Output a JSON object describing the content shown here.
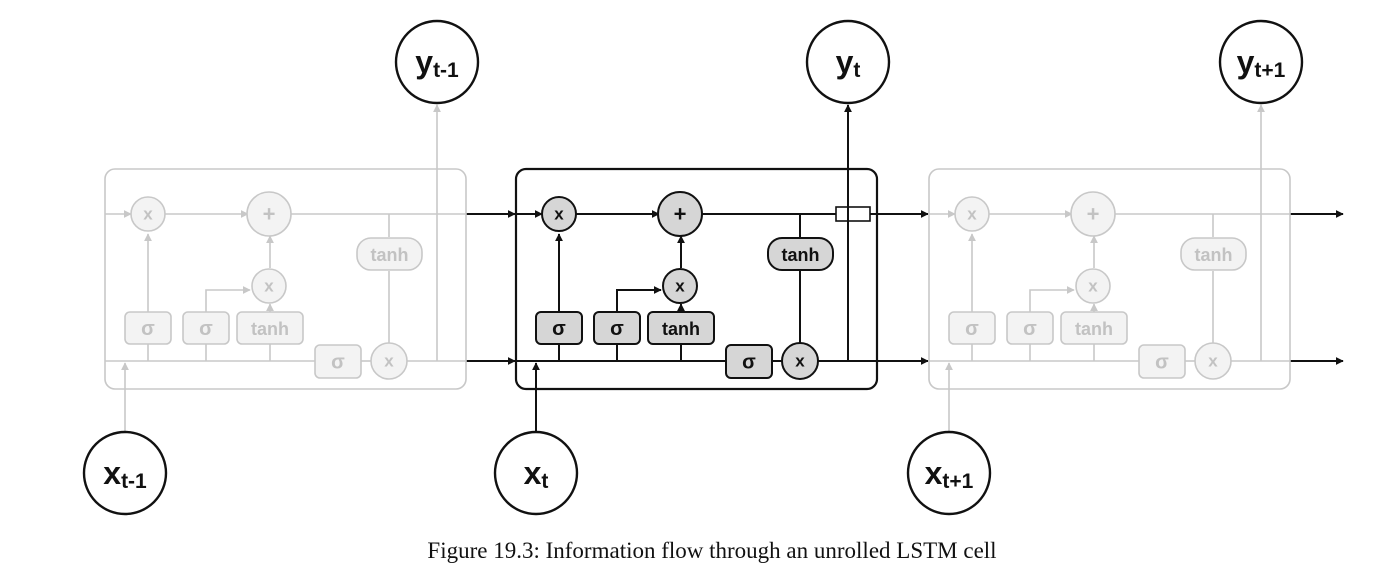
{
  "caption": "Figure 19.3: Information flow through an unrolled LSTM cell",
  "labels": {
    "mult": "x",
    "add": "+",
    "sigma": "σ",
    "tanh": "tanh"
  },
  "cells": [
    {
      "id": "prev",
      "faded": true,
      "input": {
        "base": "x",
        "sub": "t-1"
      },
      "output": {
        "base": "y",
        "sub": "t-1"
      }
    },
    {
      "id": "current",
      "faded": false,
      "input": {
        "base": "x",
        "sub": "t"
      },
      "output": {
        "base": "y",
        "sub": "t"
      }
    },
    {
      "id": "next",
      "faded": true,
      "input": {
        "base": "x",
        "sub": "t+1"
      },
      "output": {
        "base": "y",
        "sub": "t+1"
      }
    }
  ],
  "colors": {
    "active_stroke": "#111111",
    "active_fill": "#d6d6d6",
    "faded_stroke": "#c8c8c8",
    "faded_fill": "#f3f3f3",
    "faded_text": "#c2c2c2"
  }
}
